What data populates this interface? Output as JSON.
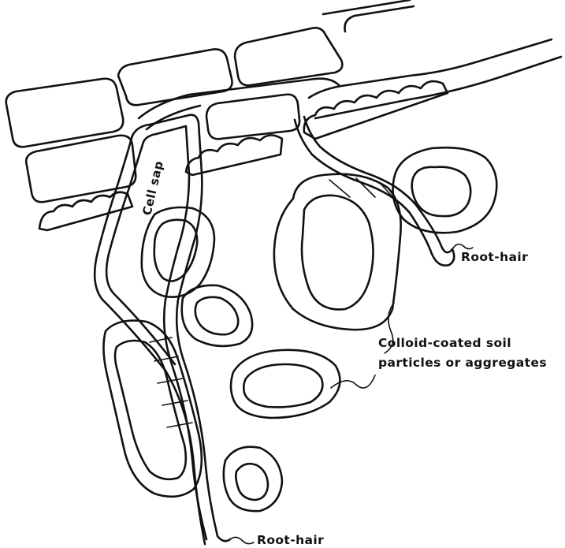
{
  "labels": {
    "cell_sap": "Cell sap",
    "root_hair_right": "Root-hair",
    "root_hair_bottom": "Root-hair",
    "colloid_line1": "Colloid-coated soil",
    "colloid_line2": "particles or aggregates"
  },
  "colors": {
    "ink": "#111111",
    "background": "#ffffff"
  }
}
